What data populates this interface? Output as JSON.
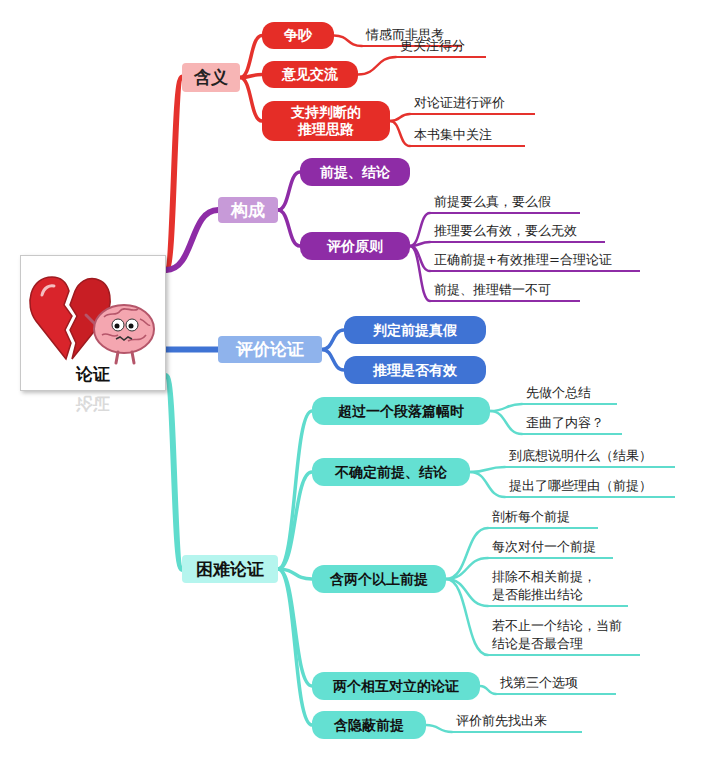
{
  "diagram": {
    "nodes": [
      {
        "text": [
          "论证"
        ]
      },
      {
        "text": [
          "含义"
        ]
      },
      {
        "text": [
          "争吵"
        ]
      },
      {
        "text": [
          "情感而非思考"
        ]
      },
      {
        "text": [
          "意见交流"
        ]
      },
      {
        "text": [
          "更关注得分"
        ]
      },
      {
        "text": [
          "支持判断的 推理思路"
        ]
      },
      {
        "text": [
          "对论证进行评价"
        ]
      },
      {
        "text": [
          "本书集中关注"
        ]
      },
      {
        "text": [
          "构成"
        ]
      },
      {
        "text": [
          "前提、结论"
        ]
      },
      {
        "text": [
          "评价原则"
        ]
      },
      {
        "text": [
          "前提要么真，要么假"
        ]
      },
      {
        "text": [
          "推理要么有效，要么无效"
        ]
      },
      {
        "text": [
          "正确前提+有效推理=合理论证"
        ]
      },
      {
        "text": [
          "前提、推理错一不可"
        ]
      },
      {
        "text": [
          "评价论证"
        ]
      },
      {
        "text": [
          "判定前提真假"
        ]
      },
      {
        "text": [
          "推理是否有效"
        ]
      },
      {
        "text": [
          "困难论证"
        ]
      },
      {
        "text": [
          "超过一个段落篇幅时"
        ]
      },
      {
        "text": [
          "先做个总结"
        ]
      },
      {
        "text": [
          "歪曲了内容？"
        ]
      },
      {
        "text": [
          "不确定前提、结论"
        ]
      },
      {
        "text": [
          "到底想说明什么（结果）"
        ]
      },
      {
        "text": [
          "提出了哪些理由（前提）"
        ]
      },
      {
        "text": [
          "含两个以上前提"
        ]
      },
      {
        "text": [
          "剖析每个前提"
        ]
      },
      {
        "text": [
          "每次对付一个前提"
        ]
      },
      {
        "text": [
          "排除不相关前提， 是否能推出结论"
        ]
      },
      {
        "text": [
          "若不止一个结论，当前 结论是否最合理"
        ]
      },
      {
        "text": [
          "两个相互对立的论证"
        ]
      },
      {
        "text": [
          "找第三个选项"
        ]
      },
      {
        "text": [
          "含隐蔽前提"
        ]
      },
      {
        "text": [
          "评价前先找出来"
        ]
      }
    ],
    "edges": [
      {
        "from": 0,
        "to": 1,
        "arrow": "none"
      },
      {
        "from": 0,
        "to": 9,
        "arrow": "none"
      },
      {
        "from": 0,
        "to": 16,
        "arrow": "none"
      },
      {
        "from": 0,
        "to": 19,
        "arrow": "none"
      },
      {
        "from": 1,
        "to": 2,
        "arrow": "none"
      },
      {
        "from": 2,
        "to": 3,
        "arrow": "none"
      },
      {
        "from": 1,
        "to": 4,
        "arrow": "none"
      },
      {
        "from": 4,
        "to": 5,
        "arrow": "none"
      },
      {
        "from": 1,
        "to": 6,
        "arrow": "none"
      },
      {
        "from": 6,
        "to": 7,
        "arrow": "none"
      },
      {
        "from": 6,
        "to": 8,
        "arrow": "none"
      },
      {
        "from": 9,
        "to": 10,
        "arrow": "none"
      },
      {
        "from": 9,
        "to": 11,
        "arrow": "none"
      },
      {
        "from": 11,
        "to": 12,
        "arrow": "none"
      },
      {
        "from": 11,
        "to": 13,
        "arrow": "none"
      },
      {
        "from": 11,
        "to": 14,
        "arrow": "none"
      },
      {
        "from": 11,
        "to": 15,
        "arrow": "none"
      },
      {
        "from": 16,
        "to": 17,
        "arrow": "none"
      },
      {
        "from": 16,
        "to": 18,
        "arrow": "none"
      },
      {
        "from": 19,
        "to": 20,
        "arrow": "none"
      },
      {
        "from": 20,
        "to": 21,
        "arrow": "none"
      },
      {
        "from": 20,
        "to": 22,
        "arrow": "none"
      },
      {
        "from": 19,
        "to": 23,
        "arrow": "none"
      },
      {
        "from": 23,
        "to": 24,
        "arrow": "none"
      },
      {
        "from": 23,
        "to": 25,
        "arrow": "none"
      },
      {
        "from": 19,
        "to": 26,
        "arrow": "none"
      },
      {
        "from": 26,
        "to": 27,
        "arrow": "none"
      },
      {
        "from": 26,
        "to": 28,
        "arrow": "none"
      },
      {
        "from": 26,
        "to": 29,
        "arrow": "none"
      },
      {
        "from": 26,
        "to": 30,
        "arrow": "none"
      },
      {
        "from": 19,
        "to": 31,
        "arrow": "none"
      },
      {
        "from": 31,
        "to": 32,
        "arrow": "none"
      },
      {
        "from": 19,
        "to": 33,
        "arrow": "none"
      },
      {
        "from": 33,
        "to": 34,
        "arrow": "none"
      }
    ],
    "labels": [
      "论证"
    ]
  }
}
